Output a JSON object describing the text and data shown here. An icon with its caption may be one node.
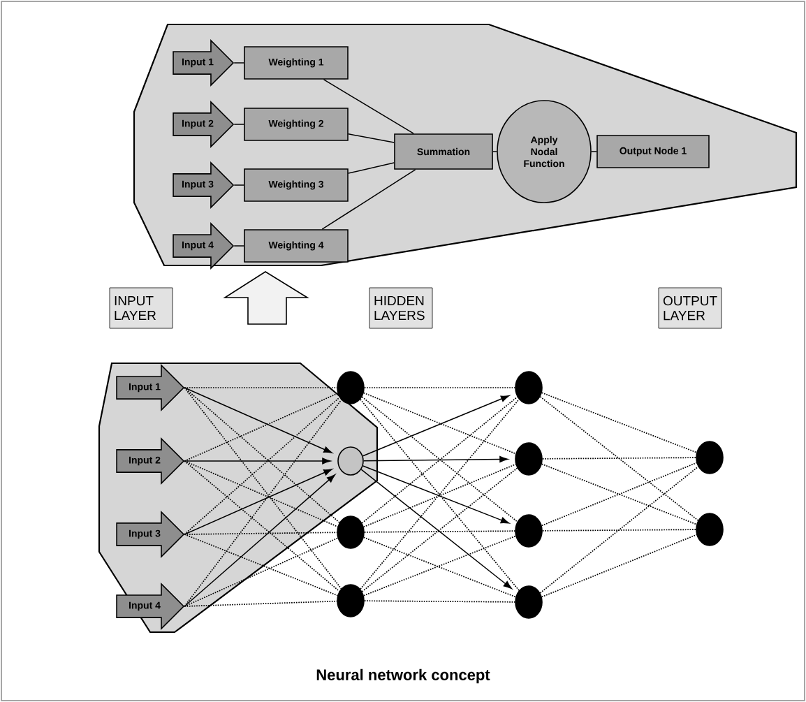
{
  "diagram": {
    "caption": "Neural network concept",
    "nodes": [
      {
        "text": [],
        "shape": "polygon"
      },
      {
        "text": [
          "Input 1"
        ],
        "in": 0
      },
      {
        "text": [
          "Input 2"
        ],
        "in": 0
      },
      {
        "text": [
          "Input 3"
        ],
        "in": 0
      },
      {
        "text": [
          "Input 4"
        ],
        "in": 0
      },
      {
        "text": [
          "Weighting 1"
        ],
        "in": 0
      },
      {
        "text": [
          "Weighting 2"
        ],
        "in": 0
      },
      {
        "text": [
          "Weighting 3"
        ],
        "in": 0
      },
      {
        "text": [
          "Weighting 4"
        ],
        "in": 0
      },
      {
        "text": [
          "Summation"
        ],
        "in": 0
      },
      {
        "text": [
          "Apply Nodal Function"
        ],
        "in": 0
      },
      {
        "text": [
          "Output Node 1"
        ],
        "in": 0
      },
      {
        "text": [
          "INPUT LAYER"
        ]
      },
      {
        "text": [
          "HIDDEN LAYERS"
        ]
      },
      {
        "text": [
          "OUTPUT LAYER"
        ]
      },
      {
        "text": [],
        "shape": "polygon"
      },
      {
        "text": [
          "Input 1"
        ],
        "in": 15
      },
      {
        "text": [
          "Input 2"
        ],
        "in": 15
      },
      {
        "text": [
          "Input 3"
        ],
        "in": 15
      },
      {
        "text": [
          "Input 4"
        ],
        "in": 15
      },
      {
        "text": [],
        "shape": "circle",
        "in": 15
      },
      {
        "text": [],
        "shape": "circle"
      },
      {
        "text": [],
        "shape": "circle"
      },
      {
        "text": [],
        "shape": "circle"
      },
      {
        "text": [],
        "shape": "circle"
      },
      {
        "text": [],
        "shape": "circle"
      },
      {
        "text": [],
        "shape": "circle"
      },
      {
        "text": [],
        "shape": "circle"
      },
      {
        "text": [],
        "shape": "circle"
      },
      {
        "text": [],
        "shape": "circle"
      }
    ],
    "edges": [
      {
        "from": 1,
        "to": 5,
        "arrow": "none"
      },
      {
        "from": 2,
        "to": 6,
        "arrow": "none"
      },
      {
        "from": 3,
        "to": 7,
        "arrow": "none"
      },
      {
        "from": 4,
        "to": 8,
        "arrow": "none"
      },
      {
        "from": 5,
        "to": 9,
        "arrow": "none"
      },
      {
        "from": 6,
        "to": 9,
        "arrow": "none"
      },
      {
        "from": 7,
        "to": 9,
        "arrow": "none"
      },
      {
        "from": 8,
        "to": 9,
        "arrow": "none"
      },
      {
        "from": 9,
        "to": 10,
        "arrow": "none"
      },
      {
        "from": 10,
        "to": 11,
        "arrow": "none"
      },
      {
        "from": 15,
        "to": 0,
        "arrow": "to",
        "style": "thick"
      },
      {
        "from": 16,
        "to": 20,
        "arrow": "to"
      },
      {
        "from": 17,
        "to": 20,
        "arrow": "to"
      },
      {
        "from": 18,
        "to": 20,
        "arrow": "to"
      },
      {
        "from": 19,
        "to": 20,
        "arrow": "to"
      },
      {
        "from": 20,
        "to": 24,
        "arrow": "to"
      },
      {
        "from": 20,
        "to": 25,
        "arrow": "to"
      },
      {
        "from": 20,
        "to": 26,
        "arrow": "to"
      },
      {
        "from": 20,
        "to": 27,
        "arrow": "to"
      },
      {
        "from": 16,
        "to": 21,
        "arrow": "none",
        "style": "dashed"
      },
      {
        "from": 16,
        "to": 22,
        "arrow": "none",
        "style": "dashed"
      },
      {
        "from": 16,
        "to": 23,
        "arrow": "none",
        "style": "dashed"
      },
      {
        "from": 17,
        "to": 21,
        "arrow": "none",
        "style": "dashed"
      },
      {
        "from": 17,
        "to": 22,
        "arrow": "none",
        "style": "dashed"
      },
      {
        "from": 17,
        "to": 23,
        "arrow": "none",
        "style": "dashed"
      },
      {
        "from": 18,
        "to": 21,
        "arrow": "none",
        "style": "dashed"
      },
      {
        "from": 18,
        "to": 22,
        "arrow": "none",
        "style": "dashed"
      },
      {
        "from": 18,
        "to": 23,
        "arrow": "none",
        "style": "dashed"
      },
      {
        "from": 19,
        "to": 21,
        "arrow": "none",
        "style": "dashed"
      },
      {
        "from": 19,
        "to": 22,
        "arrow": "none",
        "style": "dashed"
      },
      {
        "from": 19,
        "to": 23,
        "arrow": "none",
        "style": "dashed"
      },
      {
        "from": 21,
        "to": 24,
        "arrow": "none",
        "style": "dashed"
      },
      {
        "from": 21,
        "to": 25,
        "arrow": "none",
        "style": "dashed"
      },
      {
        "from": 21,
        "to": 26,
        "arrow": "none",
        "style": "dashed"
      },
      {
        "from": 21,
        "to": 27,
        "arrow": "none",
        "style": "dashed"
      },
      {
        "from": 22,
        "to": 24,
        "arrow": "none",
        "style": "dashed"
      },
      {
        "from": 22,
        "to": 25,
        "arrow": "none",
        "style": "dashed"
      },
      {
        "from": 22,
        "to": 26,
        "arrow": "none",
        "style": "dashed"
      },
      {
        "from": 22,
        "to": 27,
        "arrow": "none",
        "style": "dashed"
      },
      {
        "from": 23,
        "to": 24,
        "arrow": "none",
        "style": "dashed"
      },
      {
        "from": 23,
        "to": 25,
        "arrow": "none",
        "style": "dashed"
      },
      {
        "from": 23,
        "to": 26,
        "arrow": "none",
        "style": "dashed"
      },
      {
        "from": 23,
        "to": 27,
        "arrow": "none",
        "style": "dashed"
      },
      {
        "from": 24,
        "to": 28,
        "arrow": "none",
        "style": "dashed"
      },
      {
        "from": 24,
        "to": 29,
        "arrow": "none",
        "style": "dashed"
      },
      {
        "from": 25,
        "to": 28,
        "arrow": "none",
        "style": "dashed"
      },
      {
        "from": 25,
        "to": 29,
        "arrow": "none",
        "style": "dashed"
      },
      {
        "from": 26,
        "to": 28,
        "arrow": "none",
        "style": "dashed"
      },
      {
        "from": 26,
        "to": 29,
        "arrow": "none",
        "style": "dashed"
      },
      {
        "from": 27,
        "to": 28,
        "arrow": "none",
        "style": "dashed"
      },
      {
        "from": 27,
        "to": 29,
        "arrow": "none",
        "style": "dashed"
      }
    ]
  }
}
